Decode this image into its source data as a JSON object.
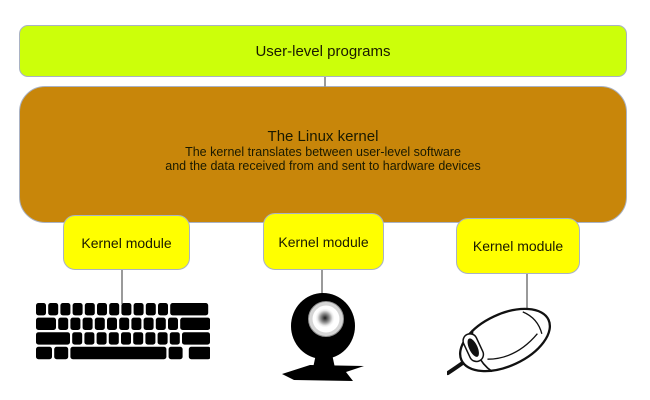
{
  "user_box": {
    "label": "User-level programs"
  },
  "kernel_box": {
    "title": "The Linux kernel",
    "subtitle_line1": "The kernel translates between user-level software",
    "subtitle_line2": "and the data received from and sent to hardware devices"
  },
  "modules": [
    {
      "label": "Kernel module"
    },
    {
      "label": "Kernel module"
    },
    {
      "label": "Kernel module"
    }
  ],
  "devices": [
    {
      "icon": "keyboard-icon"
    },
    {
      "icon": "webcam-icon"
    },
    {
      "icon": "mouse-icon"
    }
  ],
  "colors": {
    "user_box_fill": "#ccff0a",
    "kernel_box_fill": "#c8860a",
    "module_fill": "#ffff00",
    "box_border": "#a9b2c4",
    "connector": "#9a9a9a",
    "text": "#1a1a00",
    "device_ink": "#000000",
    "background": "#ffffff"
  }
}
